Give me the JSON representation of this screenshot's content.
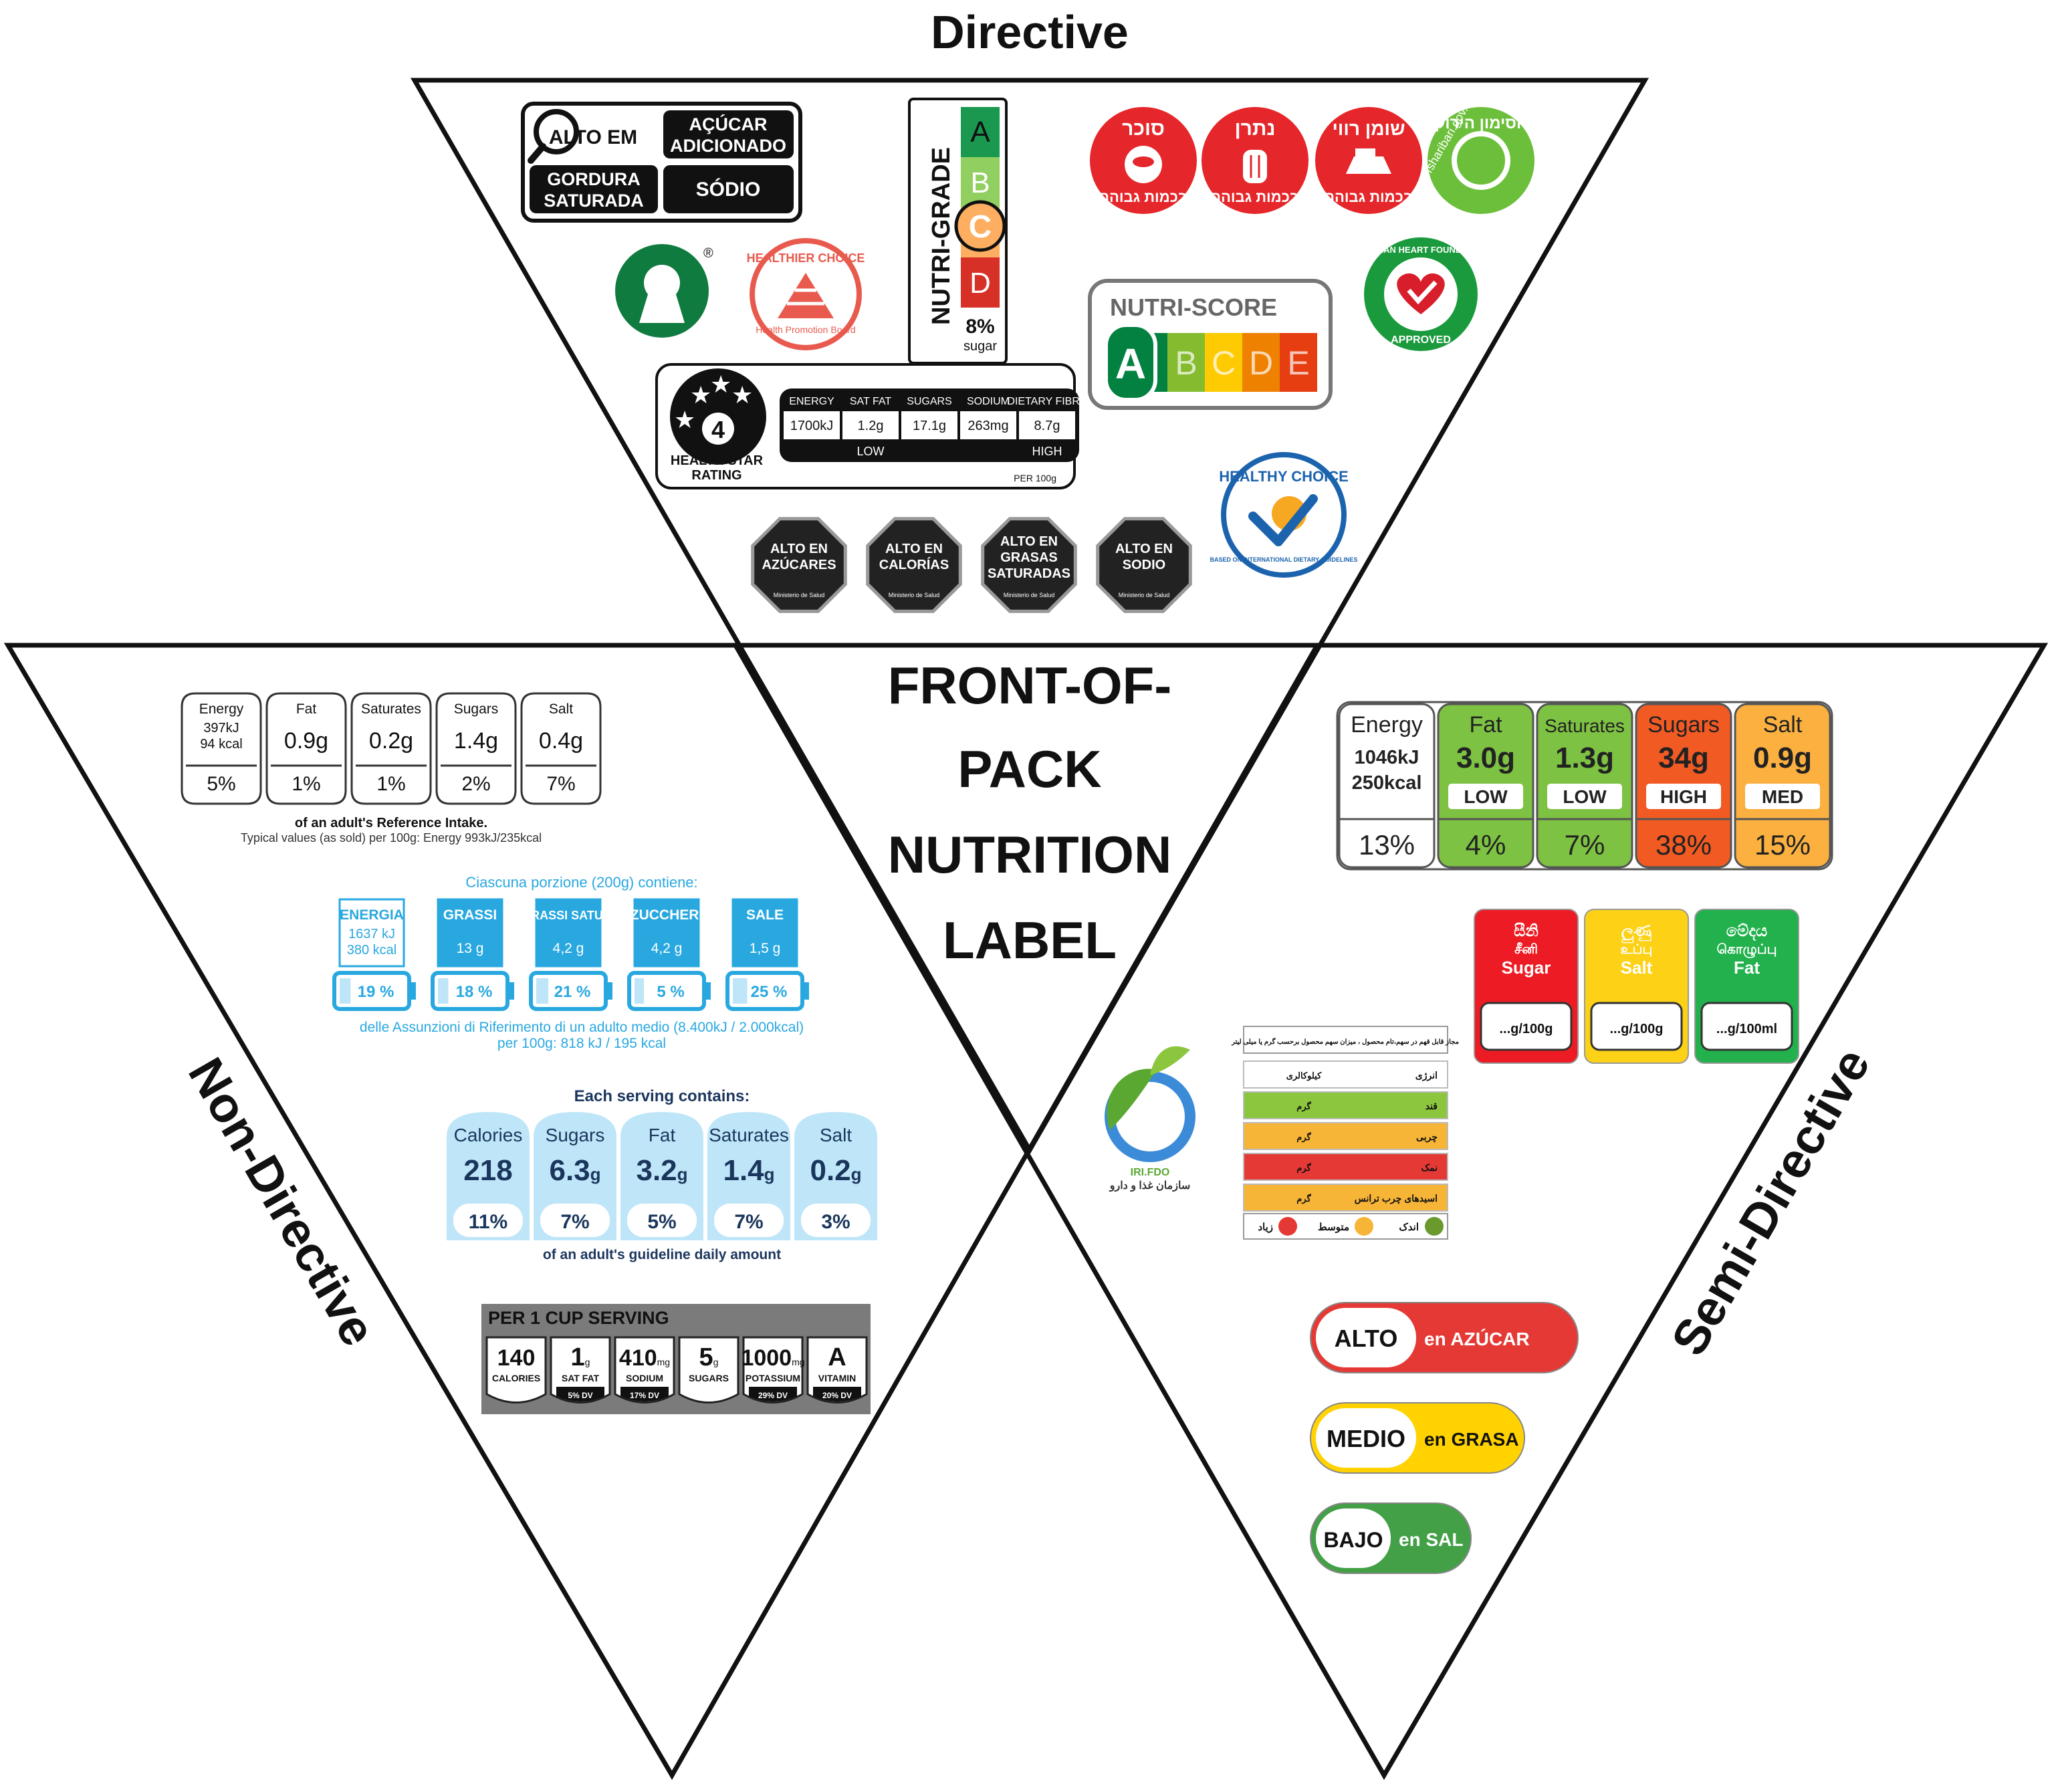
{
  "title": "Directive",
  "center_title": [
    "FRONT-OF-",
    "PACK",
    "NUTRITION",
    "LABEL"
  ],
  "left_label": "Non-Directive",
  "right_label": "Semi-Directive",
  "colors": {
    "green": "#3fa535",
    "lightgreen": "#85bc22",
    "yellow": "#fecb00",
    "orange": "#ee8100",
    "red": "#e63e11",
    "israel_red": "#e5262a",
    "chile_black": "#222222",
    "blue": "#29a8e0",
    "lightblue": "#bfe6f8",
    "navy": "#1b365d",
    "gray": "#7b7b7b"
  },
  "directive": {
    "brazil": {
      "alto_em": "ALTO EM",
      "acucar": [
        "AÇÚCAR",
        "ADICIONADO"
      ],
      "gordura": [
        "GORDURA",
        "SATURADA"
      ],
      "sodio": "SÓDIO"
    },
    "nutri_grade": {
      "title": "NUTRI-GRADE",
      "grades": [
        "A",
        "B",
        "C",
        "D"
      ],
      "selected": "C",
      "value": "8%",
      "unit": "sugar"
    },
    "israel": [
      {
        "word": "סוכר",
        "sub": "בכמות גבוהה",
        "icon": "sugar-spoon-icon"
      },
      {
        "word": "נתרן",
        "sub": "בכמות גבוהה",
        "icon": "salt-shaker-icon"
      },
      {
        "word": "שומן רווי",
        "sub": "בכמות גבוהה",
        "icon": "butter-icon"
      }
    ],
    "israel_green": {
      "word": "הסימון הירוק",
      "url": "efsharibari.gov.il"
    },
    "keyhole": {
      "registered": "®"
    },
    "healthier_choice": {
      "arc": "HEALTHIER CHOICE",
      "board": "Health Promotion Board"
    },
    "nutri_score": {
      "title": "NUTRI-SCORE",
      "letters": [
        "A",
        "B",
        "C",
        "D",
        "E"
      ],
      "selected": "A"
    },
    "nigerian": {
      "arc": "NIGERIAN HEART FOUNDATION",
      "approved": "APPROVED"
    },
    "hsr": {
      "stars": "4",
      "label": [
        "HEALTH STAR",
        "RATING"
      ],
      "cells": [
        {
          "name": "ENERGY",
          "value": "1700kJ",
          "level": ""
        },
        {
          "name": "SAT FAT",
          "value": "1.2g",
          "level": "LOW"
        },
        {
          "name": "SUGARS",
          "value": "17.1g",
          "level": ""
        },
        {
          "name": "SODIUM",
          "value": "263mg",
          "level": ""
        },
        {
          "name": "DIETARY FIBRE",
          "value": "8.7g",
          "level": "HIGH"
        }
      ],
      "per": "PER 100g"
    },
    "healthy_choice": {
      "arc": "HEALTHY CHOICE",
      "sub": "BASED ON INTERNATIONAL DIETARY GUIDELINES"
    },
    "chile": [
      {
        "lines": [
          "ALTO EN",
          "AZÚCARES"
        ],
        "ministry": "Ministerio de Salud"
      },
      {
        "lines": [
          "ALTO EN",
          "CALORÍAS"
        ],
        "ministry": "Ministerio de Salud"
      },
      {
        "lines": [
          "ALTO EN",
          "GRASAS",
          "SATURADAS"
        ],
        "ministry": "Ministerio de Salud"
      },
      {
        "lines": [
          "ALTO EN",
          "SODIO"
        ],
        "ministry": "Ministerio de Salud"
      }
    ]
  },
  "non_directive": {
    "ri": {
      "cells": [
        {
          "name": "Energy",
          "value": "397kJ",
          "value2": "94 kcal",
          "pct": "5%"
        },
        {
          "name": "Fat",
          "value": "0.9g",
          "pct": "1%"
        },
        {
          "name": "Saturates",
          "value": "0.2g",
          "pct": "1%"
        },
        {
          "name": "Sugars",
          "value": "1.4g",
          "pct": "2%"
        },
        {
          "name": "Salt",
          "value": "0.4g",
          "pct": "7%"
        }
      ],
      "caption": "of an adult's Reference Intake.",
      "caption2": "Typical values (as sold) per 100g: Energy 993kJ/235kcal"
    },
    "italy": {
      "header": "Ciascuna porzione (200g) contiene:",
      "cells": [
        {
          "name": "ENERGIA",
          "value": "1637 kJ",
          "value2": "380 kcal",
          "pct": "19 %"
        },
        {
          "name": "GRASSI",
          "value": "13 g",
          "pct": "18 %"
        },
        {
          "name": "GRASSI SATURI",
          "value": "4,2 g",
          "pct": "21 %"
        },
        {
          "name": "ZUCCHERI",
          "value": "4,2 g",
          "pct": "5 %"
        },
        {
          "name": "SALE",
          "value": "1,5 g",
          "pct": "25 %"
        }
      ],
      "footer": "delle Assunzioni di Riferimento di un adulto medio (8.400kJ / 2.000kcal)",
      "footer2": "per 100g: 818 kJ / 195 kcal"
    },
    "gda": {
      "header": "Each serving contains:",
      "cells": [
        {
          "name": "Calories",
          "value": "218",
          "unit": "",
          "pct": "11%"
        },
        {
          "name": "Sugars",
          "value": "6.3",
          "unit": "g",
          "pct": "7%"
        },
        {
          "name": "Fat",
          "value": "3.2",
          "unit": "g",
          "pct": "5%"
        },
        {
          "name": "Saturates",
          "value": "1.4",
          "unit": "g",
          "pct": "7%"
        },
        {
          "name": "Salt",
          "value": "0.2",
          "unit": "g",
          "pct": "3%"
        }
      ],
      "footer": "of an adult's guideline daily amount"
    },
    "fof": {
      "header": "PER 1 CUP SERVING",
      "cells": [
        {
          "value": "140",
          "unit": "",
          "name": "CALORIES",
          "dv": ""
        },
        {
          "value": "1",
          "unit": "g",
          "name": "SAT FAT",
          "dv": "5% DV"
        },
        {
          "value": "410",
          "unit": "mg",
          "name": "SODIUM",
          "dv": "17% DV"
        },
        {
          "value": "5",
          "unit": "g",
          "name": "SUGARS",
          "dv": ""
        },
        {
          "value": "1000",
          "unit": "mg",
          "name": "POTASSIUM",
          "dv": "29% DV"
        },
        {
          "value": "A",
          "unit": "",
          "name": "VITAMIN",
          "dv": "20% DV"
        }
      ]
    }
  },
  "semi_directive": {
    "uk_tl": {
      "cells": [
        {
          "name": "Energy",
          "value": "1046kJ",
          "value2": "250kcal",
          "level": "",
          "pct": "13%",
          "color": "#ffffff"
        },
        {
          "name": "Fat",
          "value": "3.0g",
          "level": "LOW",
          "pct": "4%",
          "color": "#7dc242"
        },
        {
          "name": "Saturates",
          "value": "1.3g",
          "level": "LOW",
          "pct": "7%",
          "color": "#7dc242"
        },
        {
          "name": "Sugars",
          "value": "34g",
          "level": "HIGH",
          "pct": "38%",
          "color": "#f15a22"
        },
        {
          "name": "Salt",
          "value": "0.9g",
          "level": "MED",
          "pct": "15%",
          "color": "#fbb040"
        }
      ]
    },
    "srilanka": [
      {
        "sinhala": "සීනි",
        "tamil": "சீனி",
        "english": "Sugar",
        "unit": "...g/100g",
        "color": "#ed1c24"
      },
      {
        "sinhala": "ලුණු",
        "tamil": "உப்பு",
        "english": "Salt",
        "unit": "...g/100g",
        "color": "#fcd116"
      },
      {
        "sinhala": "මේදය",
        "tamil": "கொழுப்பு",
        "english": "Fat",
        "unit": "...g/100ml",
        "color": "#22b14c"
      }
    ],
    "iran": {
      "header": "مجاز قابل قهم در سهم،تام محصول ، میزان سهم محصول برحسب گرم یا میلی لیتر",
      "rows": [
        {
          "label": "انرژی",
          "unit": "کیلوکالری",
          "color": "#ffffff"
        },
        {
          "label": "قند",
          "unit": "گرم",
          "color": "#8cc63f"
        },
        {
          "label": "چربی",
          "unit": "گرم",
          "color": "#f7b538"
        },
        {
          "label": "نمک",
          "unit": "گرم",
          "color": "#e53935"
        },
        {
          "label": "اسیدهای چرب ترانس",
          "unit": "گرم",
          "color": "#f7b538"
        }
      ],
      "legend": [
        "اندک",
        "متوسط",
        "زیاد"
      ],
      "logo_text": "IRI.FDO",
      "org": "سازمان غذا و دارو"
    },
    "ecuador": [
      {
        "level": "ALTO",
        "nutrient": "en AZÚCAR",
        "color": "#e53935"
      },
      {
        "level": "MEDIO",
        "nutrient": "en GRASA",
        "color": "#ffd200"
      },
      {
        "level": "BAJO",
        "nutrient": "en SAL",
        "color": "#43a047"
      }
    ]
  }
}
